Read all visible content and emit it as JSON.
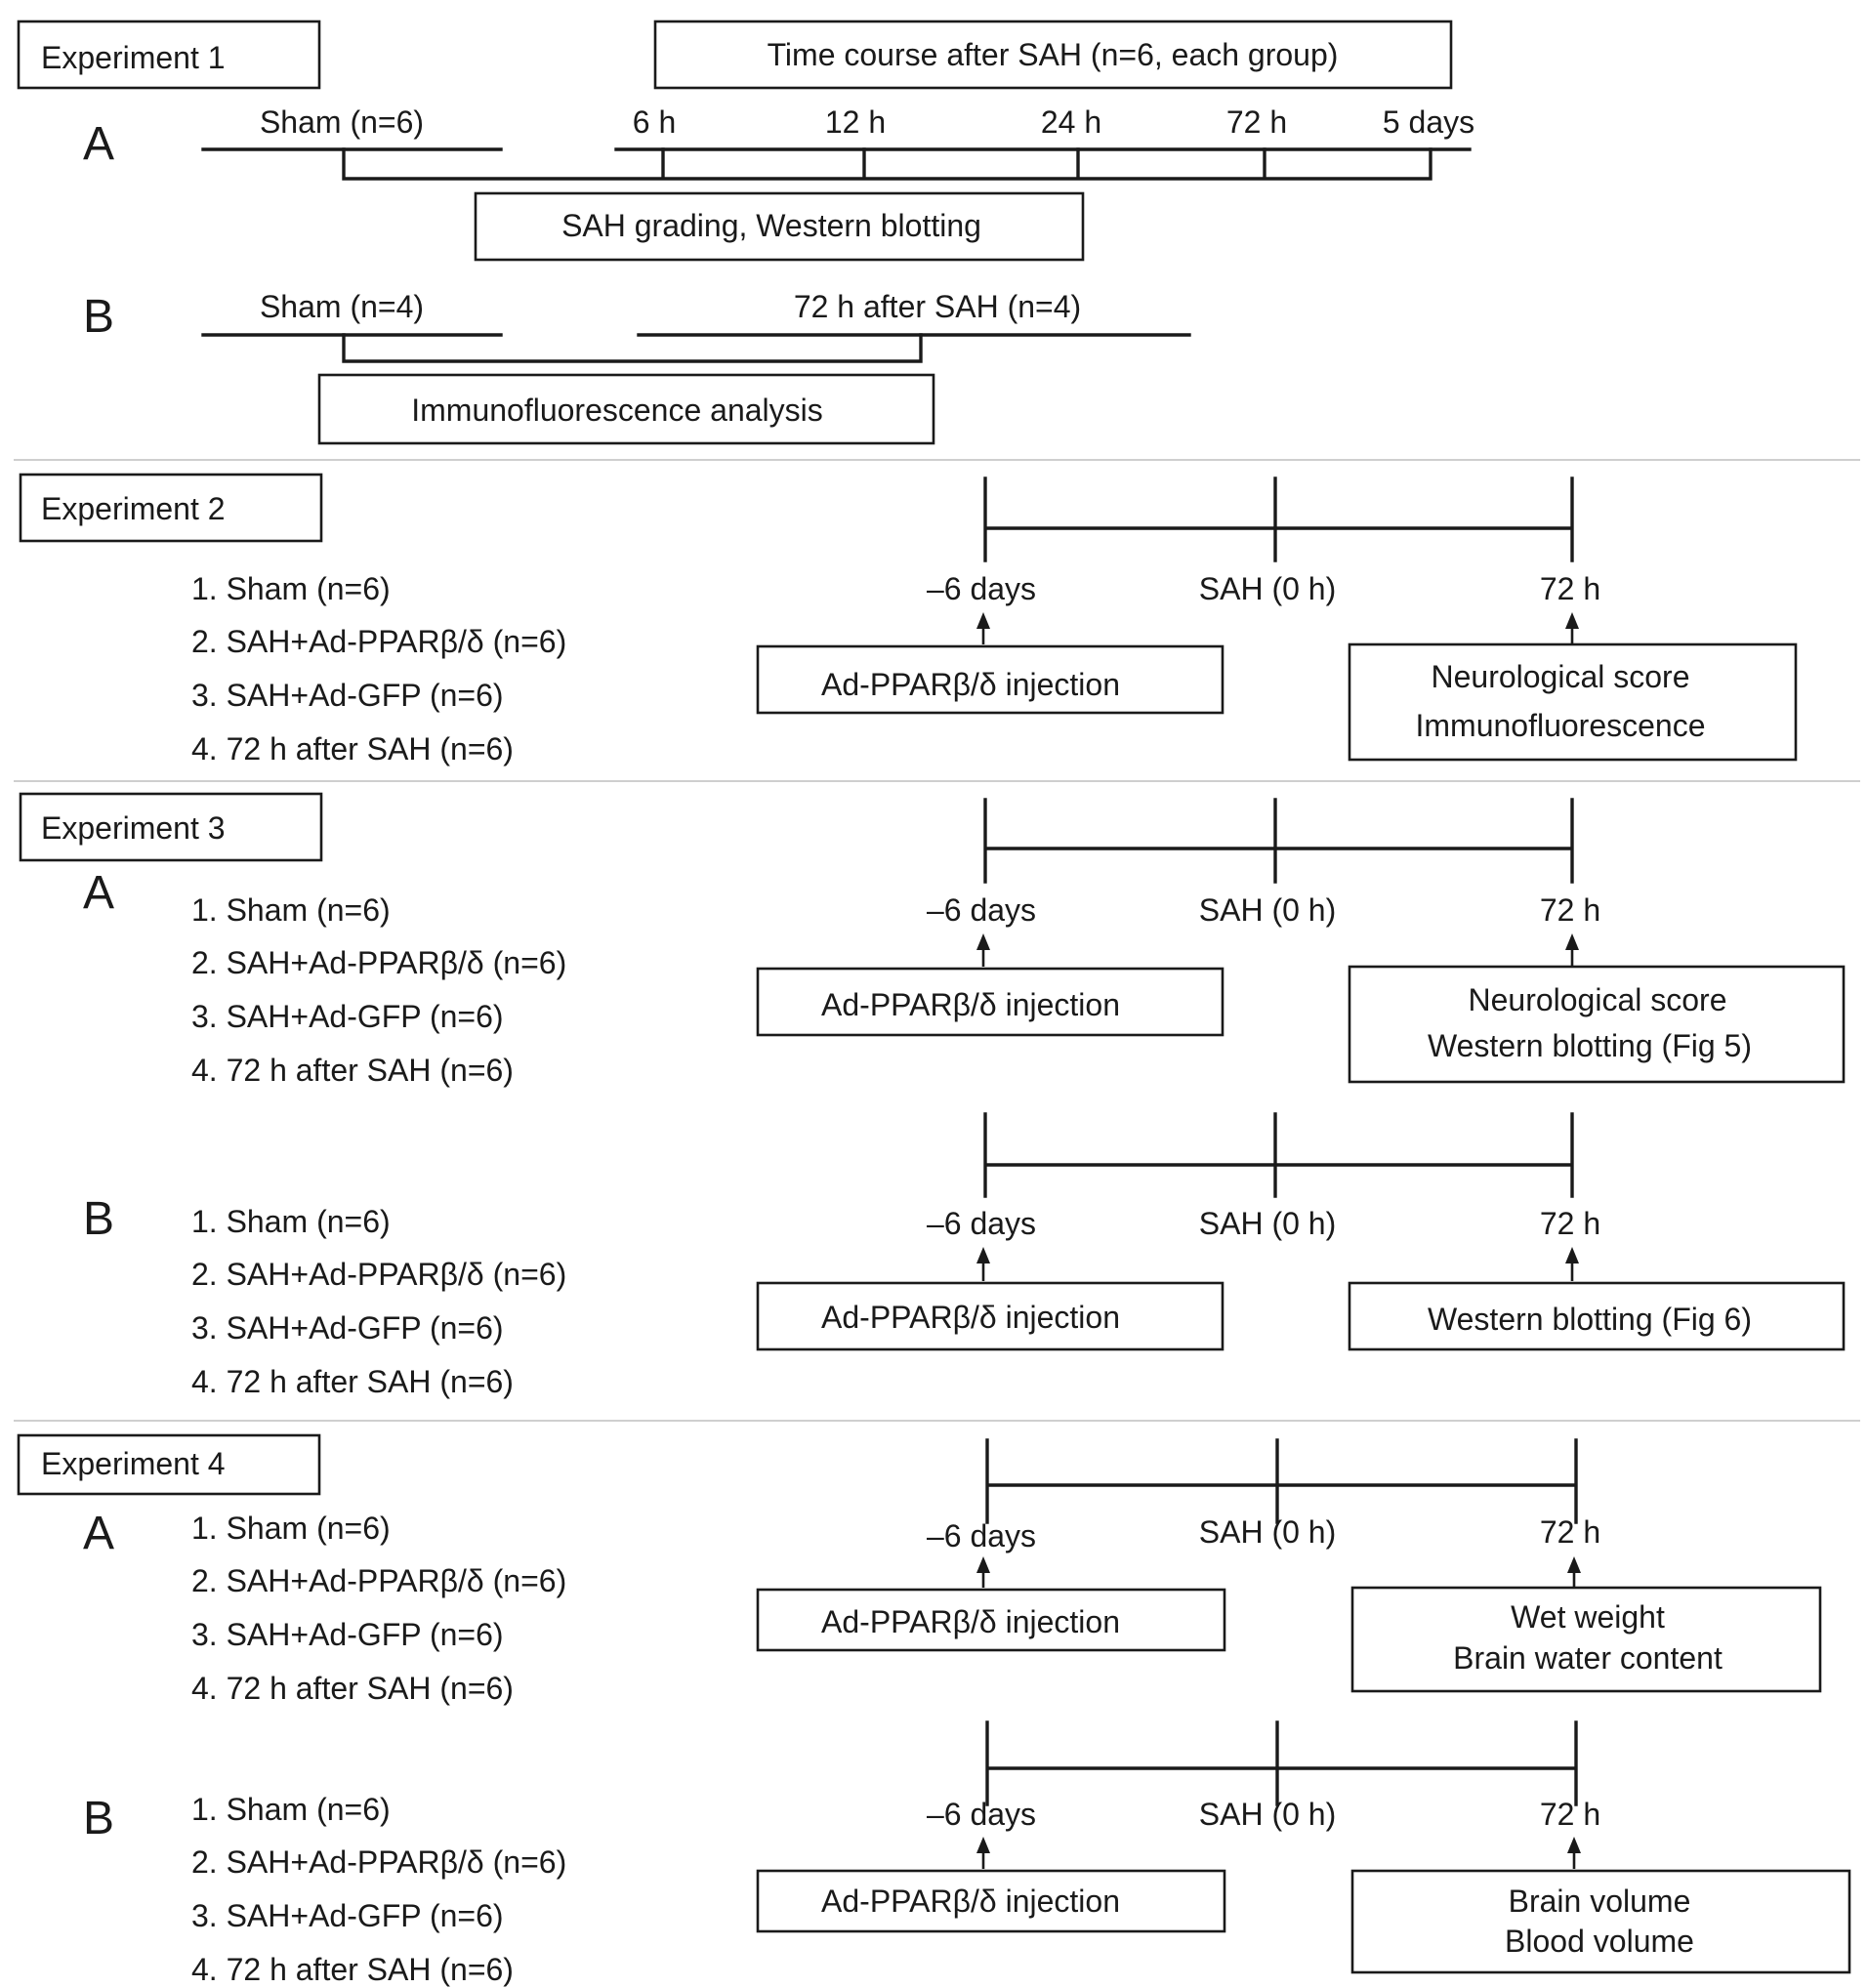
{
  "experiment1": {
    "label": "Experiment 1",
    "time_course": "Time course after SAH (n=6, each group)",
    "a": {
      "letter": "A",
      "sham": "Sham (n=6)",
      "times": [
        "6 h",
        "12 h",
        "24 h",
        "72 h",
        "5 days"
      ],
      "output": "SAH grading, Western blotting"
    },
    "b": {
      "letter": "B",
      "sham": "Sham (n=4)",
      "sah": "72 h after SAH (n=4)",
      "output": "Immunofluorescence analysis"
    }
  },
  "experiment2": {
    "label": "Experiment 2",
    "groups": [
      "1. Sham (n=6)",
      "2. SAH+Ad-PPARβ/δ (n=6)",
      "3. SAH+Ad-GFP (n=6)",
      "4. 72 h after SAH (n=6)"
    ],
    "timeline": [
      "–6 days",
      "SAH (0 h)",
      "72 h"
    ],
    "injection": "Ad-PPARβ/δ injection",
    "outputs": [
      "Neurological score",
      "Immunofluorescence"
    ]
  },
  "experiment3": {
    "label": "Experiment 3",
    "a": {
      "letter": "A",
      "groups": [
        "1. Sham (n=6)",
        "2. SAH+Ad-PPARβ/δ (n=6)",
        "3. SAH+Ad-GFP (n=6)",
        "4. 72 h after SAH (n=6)"
      ],
      "timeline": [
        "–6 days",
        "SAH (0 h)",
        "72 h"
      ],
      "injection": "Ad-PPARβ/δ injection",
      "outputs": [
        "Neurological score",
        "Western blotting (Fig 5)"
      ]
    },
    "b": {
      "letter": "B",
      "groups": [
        "1. Sham (n=6)",
        "2. SAH+Ad-PPARβ/δ (n=6)",
        "3. SAH+Ad-GFP (n=6)",
        "4. 72 h after SAH (n=6)"
      ],
      "timeline": [
        "–6 days",
        "SAH (0 h)",
        "72 h"
      ],
      "injection": "Ad-PPARβ/δ injection",
      "outputs": [
        "Western blotting (Fig 6)"
      ]
    }
  },
  "experiment4": {
    "label": "Experiment 4",
    "a": {
      "letter": "A",
      "groups": [
        "1. Sham (n=6)",
        "2. SAH+Ad-PPARβ/δ (n=6)",
        "3. SAH+Ad-GFP (n=6)",
        "4. 72 h after SAH (n=6)"
      ],
      "timeline": [
        "–6 days",
        "SAH (0 h)",
        "72 h"
      ],
      "injection": "Ad-PPARβ/δ injection",
      "outputs": [
        "Wet weight",
        "Brain water content"
      ]
    },
    "b": {
      "letter": "B",
      "groups": [
        "1. Sham (n=6)",
        "2. SAH+Ad-PPARβ/δ (n=6)",
        "3. SAH+Ad-GFP (n=6)",
        "4. 72 h after SAH (n=6)"
      ],
      "timeline": [
        "–6 days",
        "SAH (0 h)",
        "72 h"
      ],
      "injection": "Ad-PPARβ/δ injection",
      "outputs": [
        "Brain volume",
        "Blood volume"
      ]
    }
  }
}
